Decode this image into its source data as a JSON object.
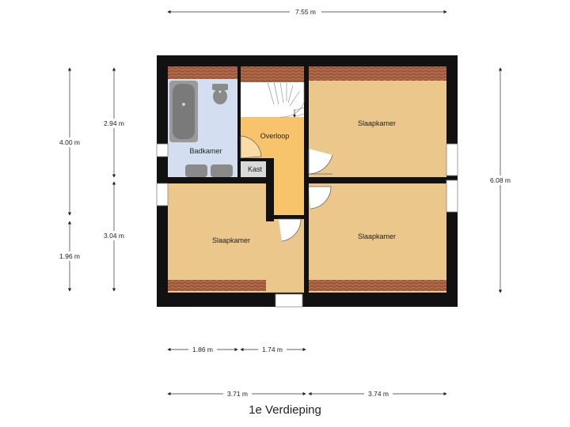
{
  "plan": {
    "title": "1e Verdieping",
    "rooms": {
      "badkamer": "Badkamer",
      "overloop": "Overloop",
      "kast": "Kast",
      "slaapkamer_ne": "Slaapkamer",
      "slaapkamer_sw": "Slaapkamer",
      "slaapkamer_se": "Slaapkamer"
    },
    "dimensions": {
      "top_width": "7.55 m",
      "left_total": "4.00 m",
      "left_lower": "1.96 m",
      "inner_upper": "2.94 m",
      "inner_lower": "3.04 m",
      "right_total": "6.08 m",
      "bottom_a": "1.86 m",
      "bottom_b": "1.74 m",
      "bottom_c": "3.71 m",
      "bottom_d": "3.74 m"
    },
    "colors": {
      "wall": "#111111",
      "bedroom": "#ecc78c",
      "hall": "#f7c36b",
      "bathroom": "#d3dff0",
      "closet": "#d9d9d9",
      "roof": "#b06a4a",
      "fixture": "#8a8a8a"
    }
  }
}
